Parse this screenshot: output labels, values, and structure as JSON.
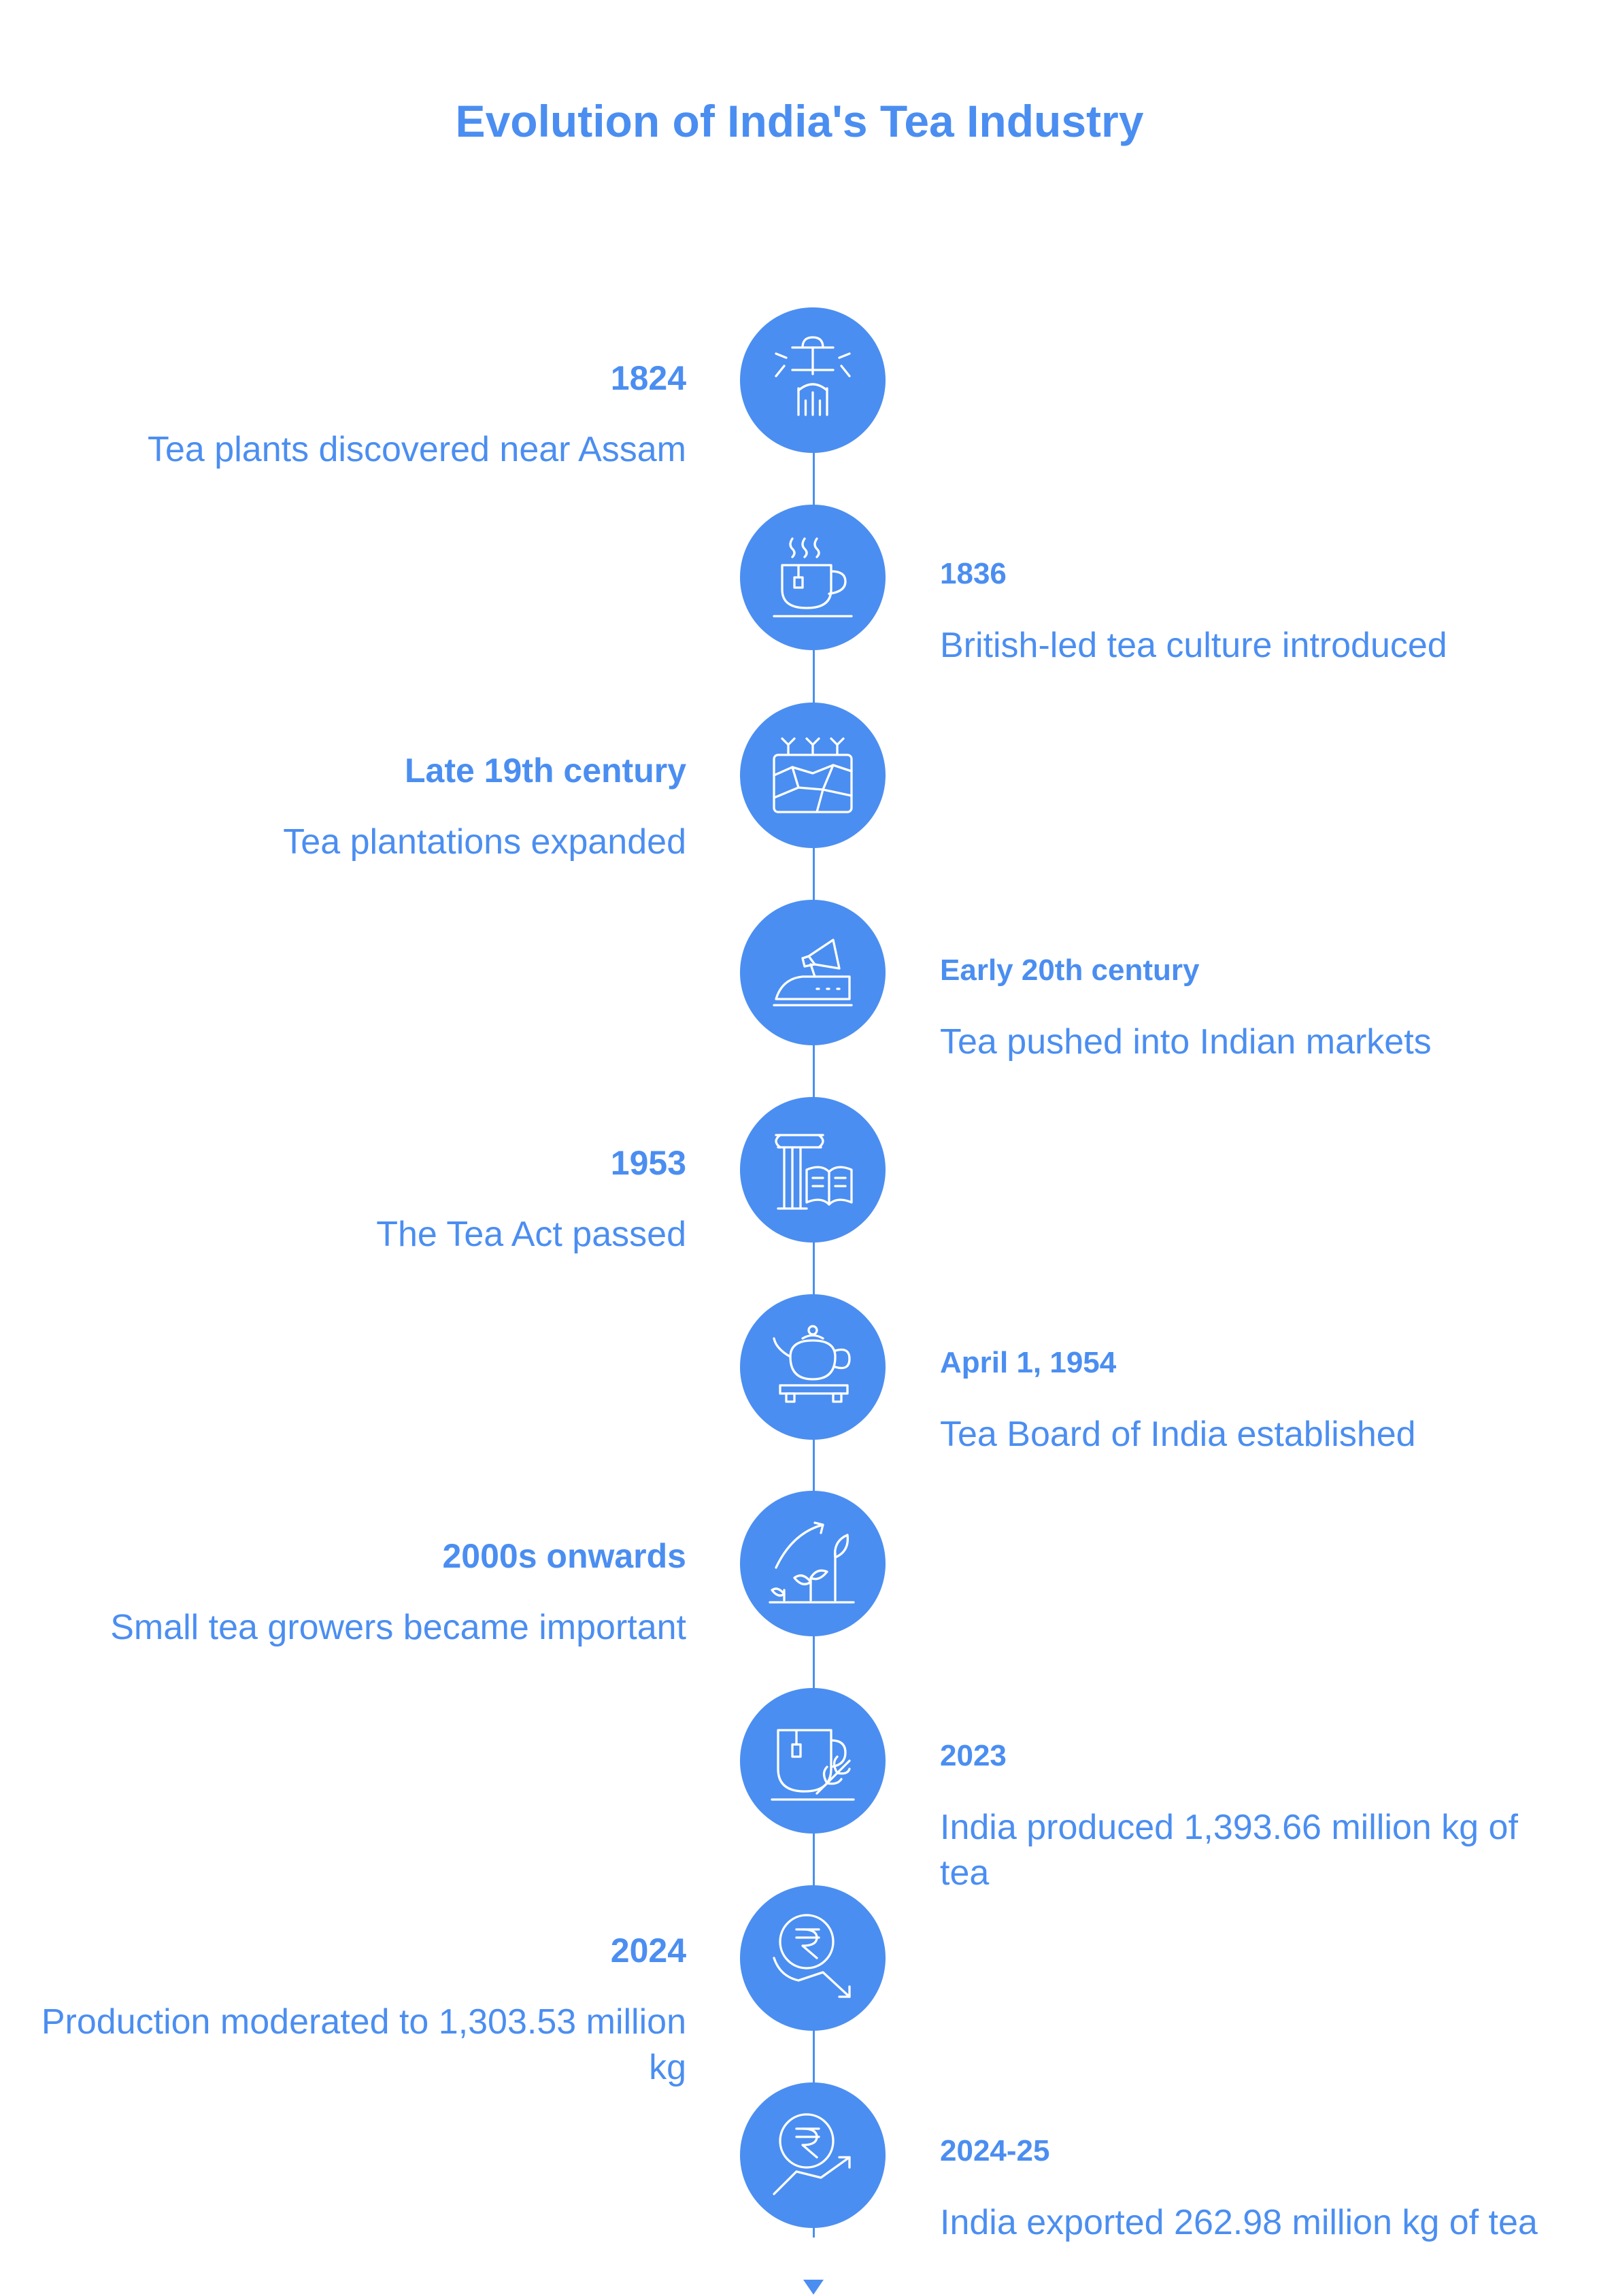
{
  "title": "Evolution of India's Tea Industry",
  "colors": {
    "accent": "#4b8ef1",
    "background": "#ffffff",
    "icon_stroke": "#ffffff"
  },
  "events": [
    {
      "year": "1824",
      "description": "Tea plants discovered near Assam",
      "icon": "explorer-icon"
    },
    {
      "year": "1836",
      "description": "British-led tea culture introduced",
      "icon": "tea-cup-icon"
    },
    {
      "year": "Late 19th century",
      "description": "Tea plantations expanded",
      "icon": "plantation-field-icon"
    },
    {
      "year": "Early 20th century",
      "description": "Tea pushed into Indian markets",
      "icon": "megaphone-train-icon"
    },
    {
      "year": "1953",
      "description": "The Tea Act passed",
      "icon": "pillar-law-book-icon"
    },
    {
      "year": "April 1, 1954",
      "description": "Tea Board of India established",
      "icon": "teapot-tray-icon"
    },
    {
      "year": "2000s onwards",
      "description": "Small tea growers became important",
      "icon": "growing-plants-icon"
    },
    {
      "year": "2023",
      "description": "India produced 1,393.66 million kg of tea",
      "icon": "tea-cup-leaf-icon"
    },
    {
      "year": "2024",
      "description": "Production moderated to 1,303.53 million kg",
      "icon": "rupee-down-trend-icon"
    },
    {
      "year": "2024-25",
      "description": "India exported 262.98 million kg of tea",
      "icon": "rupee-up-trend-icon"
    }
  ]
}
